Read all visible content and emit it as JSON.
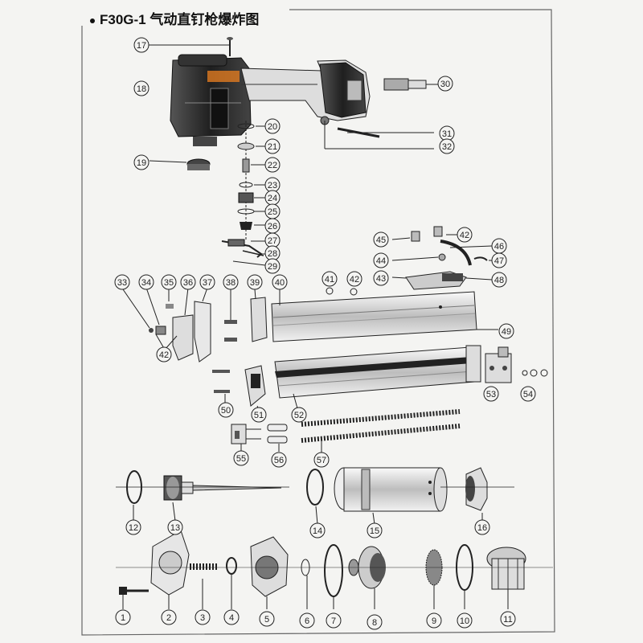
{
  "title": "F30G-1 气动直钉枪爆炸图",
  "part_labels": {
    "p1": "1",
    "p2": "2",
    "p3": "3",
    "p4": "4",
    "p5": "5",
    "p6": "6",
    "p7": "7",
    "p8": "8",
    "p9": "9",
    "p10": "10",
    "p11": "11",
    "p12": "12",
    "p13": "13",
    "p14": "14",
    "p15": "15",
    "p16": "16",
    "p17": "17",
    "p18": "18",
    "p19": "19",
    "p20": "20",
    "p21": "21",
    "p22": "22",
    "p23": "23",
    "p24": "24",
    "p25": "25",
    "p26": "26",
    "p27": "27",
    "p28": "28",
    "p29": "29",
    "p30": "30",
    "p31": "31",
    "p32": "32",
    "p33": "33",
    "p34": "34",
    "p35": "35",
    "p36": "36",
    "p37": "37",
    "p38": "38",
    "p39": "39",
    "p40": "40",
    "p41": "41",
    "p42a": "42",
    "p42b": "42",
    "p42c": "42",
    "p43": "43",
    "p44": "44",
    "p45": "45",
    "p46": "46",
    "p47": "47",
    "p48": "48",
    "p49": "49",
    "p50": "50",
    "p51": "51",
    "p52": "52",
    "p53": "53",
    "p54": "54",
    "p55": "55",
    "p56": "56",
    "p57": "57"
  },
  "colors": {
    "line": "#222222",
    "paper": "#f4f4f2",
    "frame": "#555555",
    "body_dark": "#2b2b2b",
    "accent_orange": "#e07a20"
  }
}
